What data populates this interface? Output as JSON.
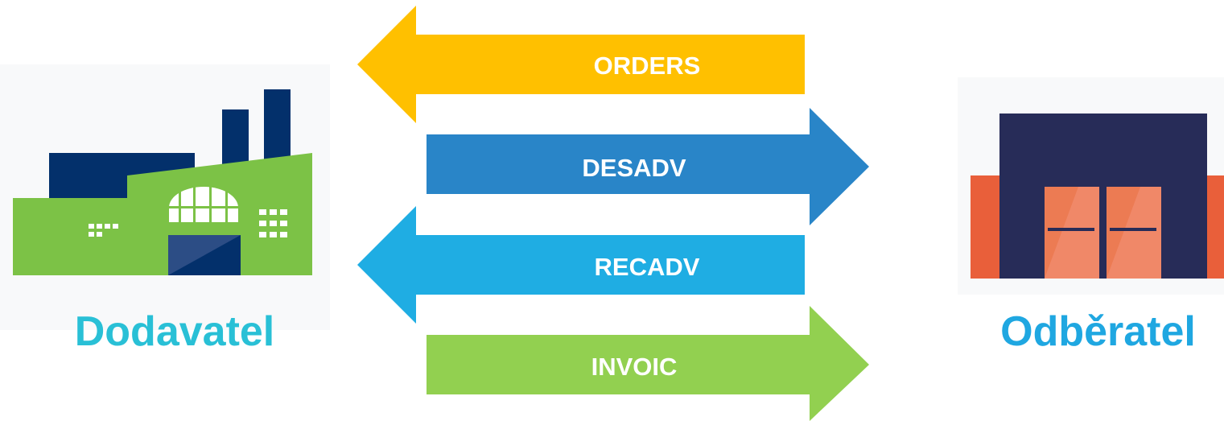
{
  "supplier": {
    "label": "Dodavatel",
    "label_color": "#29c0d6"
  },
  "customer": {
    "label": "Odběratel",
    "label_color": "#1fa7e1"
  },
  "messages": [
    {
      "label": "ORDERS",
      "direction": "to-supplier",
      "color": "#ffc000"
    },
    {
      "label": "DESADV",
      "direction": "to-customer",
      "color": "#2985c8"
    },
    {
      "label": "RECADV",
      "direction": "to-supplier",
      "color": "#1fade3"
    },
    {
      "label": "INVOIC",
      "direction": "to-customer",
      "color": "#92d050"
    }
  ],
  "icons": {
    "supplier": "factory-icon",
    "customer": "warehouse-icon"
  }
}
